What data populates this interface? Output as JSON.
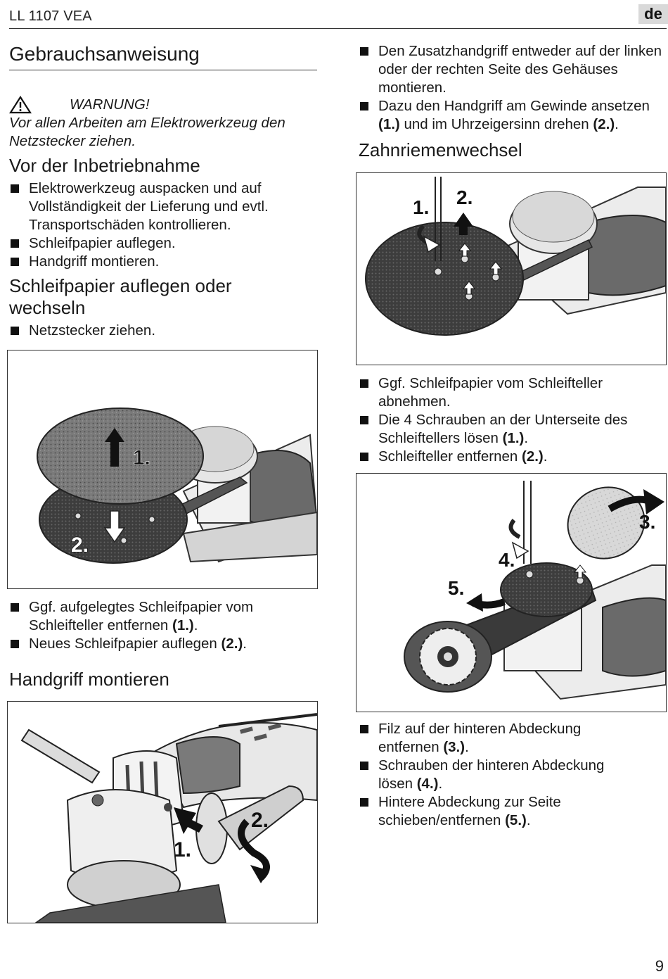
{
  "header": {
    "model": "LL 1107 VEA",
    "lang": "de"
  },
  "left": {
    "title": "Gebrauchsanweisung",
    "warning": {
      "title": "WARNUNG!",
      "text1": "Vor allen Arbeiten am Elektrowerkzeug den",
      "text2": "Netzstecker ziehen."
    },
    "s1": {
      "title": "Vor der Inbetriebnahme",
      "b1": [
        "Elektrowerkzeug auspacken und auf",
        "Vollständigkeit der Lieferung und evtl.",
        "Transportschäden kontrollieren."
      ],
      "b2": "Schleifpapier auflegen.",
      "b3": "Handgriff montieren."
    },
    "s2": {
      "title1": "Schleifpapier auflegen oder",
      "title2": "wechseln",
      "b1": "Netzstecker ziehen."
    },
    "fig1": {
      "l1": "1.",
      "l2": "2."
    },
    "s3": {
      "b1a": "Ggf. aufgelegtes Schleifpapier vom",
      "b1b": "Schleifteller entfernen",
      "b1r": "(1.)",
      "b2a": "Neues Schleifpapier auflegen",
      "b2r": "(2.)"
    },
    "s4": {
      "title": "Handgriff montieren"
    },
    "fig2": {
      "l1": "1.",
      "l2": "2."
    }
  },
  "right": {
    "b1": [
      "Den Zusatzhandgriff entweder auf der linken",
      "oder der rechten Seite des Gehäuses",
      "montieren."
    ],
    "b2a": "Dazu den Handgriff am Gewinde ansetzen",
    "b2r1": "(1.)",
    "b2b": "und im Uhrzeigersinn drehen",
    "b2r2": "(2.)",
    "s5": {
      "title": "Zahnriemenwechsel"
    },
    "fig3": {
      "l1": "1.",
      "l2": "2."
    },
    "c1": [
      "Ggf. Schleifpapier vom Schleifteller",
      "abnehmen."
    ],
    "c2a": "Die 4 Schrauben an der Unterseite des",
    "c2b": "Schleiftellers lösen",
    "c2r": "(1.)",
    "c3a": "Schleifteller entfernen",
    "c3r": "(2.)",
    "fig4": {
      "l3": "3.",
      "l4": "4.",
      "l5": "5."
    },
    "d1a": "Filz auf der hinteren Abdeckung",
    "d1b": "entfernen",
    "d1r": "(3.)",
    "d2a": "Schrauben der hinteren Abdeckung",
    "d2b": "lösen",
    "d2r": "(4.)",
    "d3a": "Hintere Abdeckung zur Seite",
    "d3b": "schieben/entfernen",
    "d3r": "(5.)"
  },
  "page_number": "9"
}
